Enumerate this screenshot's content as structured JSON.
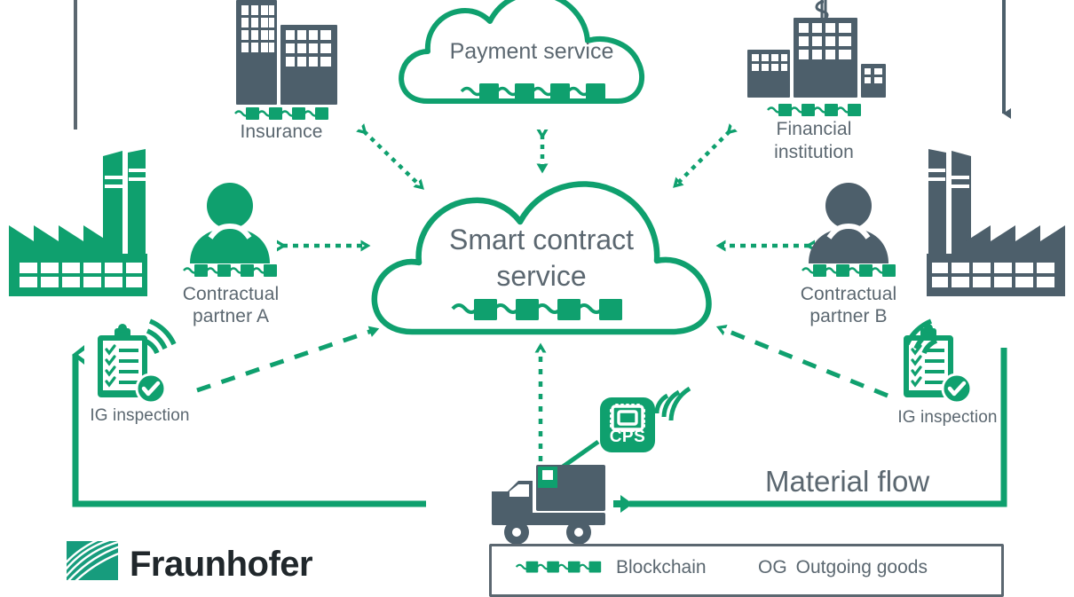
{
  "diagram": {
    "title": "Smart contract service blockchain supply chain diagram",
    "colors": {
      "green": "#0fa06e",
      "green_dark": "#0c9468",
      "slate": "#4d5f6b",
      "text_gray": "#5b6770",
      "white": "#ffffff"
    }
  },
  "nodes": {
    "payment_service": {
      "label": "Payment service",
      "icon": "blockchain-icon",
      "shape": "cloud"
    },
    "smart_contract_service": {
      "label_line1": "Smart contract",
      "label_line2": "service",
      "icon": "blockchain-icon",
      "shape": "cloud"
    },
    "insurance": {
      "label": "Insurance",
      "icon": "office-buildings-icon"
    },
    "financial_institution": {
      "label_line1": "Financial",
      "label_line2": "institution",
      "icon": "bank-buildings-dollar-icon"
    },
    "contractual_partner_a": {
      "label_line1": "Contractual",
      "label_line2": "partner A",
      "icon": "person-icon"
    },
    "contractual_partner_b": {
      "label_line1": "Contractual",
      "label_line2": "partner B",
      "icon": "person-icon"
    },
    "factory_left": {
      "icon": "factory-icon"
    },
    "factory_right": {
      "icon": "factory-icon"
    },
    "ig_inspection_left": {
      "label": "IG inspection",
      "icon": "clipboard-check-icon"
    },
    "ig_inspection_right": {
      "label": "IG inspection",
      "icon": "clipboard-check-icon"
    },
    "truck": {
      "icon": "truck-icon"
    },
    "cps": {
      "label": "CPS",
      "icon": "chip-icon"
    }
  },
  "flows": {
    "material_flow": {
      "label": "Material flow"
    }
  },
  "legend": {
    "items": [
      {
        "icon": "blockchain-icon",
        "label": "Blockchain"
      },
      {
        "abbrev": "OG",
        "label": "Outgoing goods"
      }
    ]
  },
  "branding": {
    "logo_name": "fraunhofer-logo",
    "wordmark": "Fraunhofer"
  }
}
